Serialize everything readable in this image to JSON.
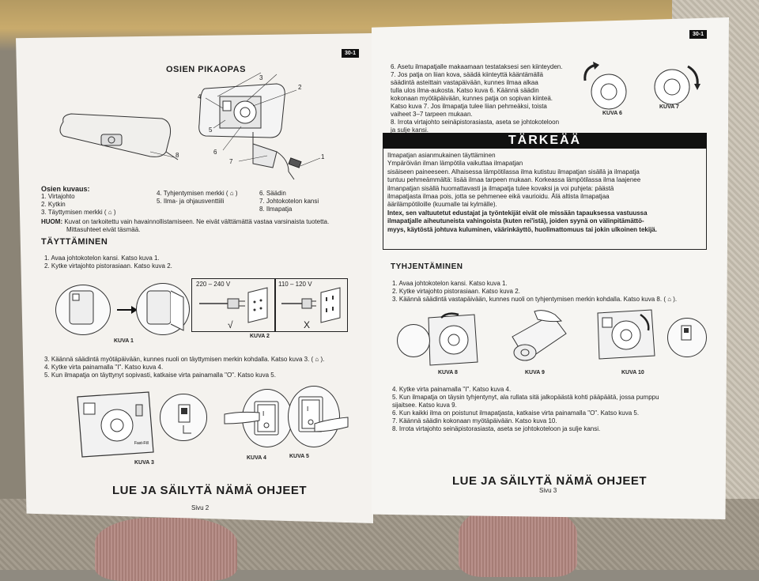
{
  "left": {
    "page_id": "30-1",
    "title": "OSIEN PIKAOPAS",
    "callouts": [
      "1",
      "2",
      "3",
      "4",
      "5",
      "6",
      "7",
      "8"
    ],
    "parts_title": "Osien kuvaus:",
    "parts": {
      "col1": [
        "1.  Virtajohto",
        "2.  Kytkin",
        "3.  Täyttymisen merkki ( ⌂ )"
      ],
      "col2": [
        "4.  Tyhjentymisen merkki ( ⌂ )",
        "5.  Ilma- ja ohjausventtiili"
      ],
      "col3": [
        "6.  Säädin",
        "7.  Johtokotelon kansi",
        "8.  Ilmapatja"
      ]
    },
    "huom_label": "HUOM:",
    "huom_text": "Kuvat on tarkoitettu vain havainnollistamiseen. Ne eivät välttämättä vastaa varsinaista tuotetta.",
    "huom_text2": "Mittasuhteet eivät täsmää.",
    "section": "TÄYTTÄMINEN",
    "steps_a": [
      "1.  Avaa johtokotelon kansi. Katso kuva 1.",
      "2.  Kytke virtajohto pistorasiaan. Katso kuva 2."
    ],
    "voltage_1": "220 – 240 V",
    "voltage_2": "110 – 120 V",
    "mark_ok": "√",
    "mark_no": "X",
    "kuva1": "KUVA 1",
    "kuva2": "KUVA 2",
    "steps_b": [
      "3.  Käännä säädintä myötäpäivään, kunnes nuoli on täyttymisen merkin kohdalla. Katso kuva 3. ( ⌂ ).",
      "4.  Kytke virta painamalla \"I\". Katso kuva 4.",
      "5.  Kun ilmapatja on täyttynyt sopivasti, katkaise virta painamalla \"O\". Katso kuva 5."
    ],
    "kuva3": "KUVA 3",
    "kuva4": "KUVA 4",
    "kuva5": "KUVA 5",
    "footer": "LUE JA SÄILYTÄ NÄMÄ OHJEET",
    "sivu": "Sivu 2"
  },
  "right": {
    "page_id": "30-1",
    "steps_top": [
      "6.  Asetu ilmapatjalle makaamaan testataksesi sen kiinteyden.",
      "7.  Jos patja on liian kova, säädä kiinteyttä kääntämällä",
      "     säädintä asteittain vastapäivään, kunnes ilmaa alkaa",
      "     tulla ulos ilma-aukosta. Katso kuva 6. Käännä säädin",
      "     kokonaan myötäpäivään, kunnes patja on sopivan kiinteä.",
      "     Katso kuva 7. Jos ilmapatja tulee liian pehmeäksi, toista",
      "     vaiheet 3–7 tarpeen mukaan.",
      "8.  Irrota virtajohto seinäpistorasiasta, aseta se johtokoteloon",
      "     ja sulje kansi."
    ],
    "kuva6": "KUVA 6",
    "kuva7": "KUVA 7",
    "warning_title": "TÄRKEÄÄ",
    "warning_lines": [
      "Ilmapatjan asianmukainen täyttäminen",
      "Ympäröivän ilman lämpötila vaikuttaa ilmapatjan",
      "sisäiseen paineeseen. Alhaisessa lämpötilassa ilma kutistuu ilmapatjan sisällä ja ilmapatja",
      "tuntuu pehmeämmältä: lisää ilmaa tarpeen mukaan. Korkeassa lämpötilassa ilma laajenee",
      "ilmanpatjan sisällä huomattavasti ja ilmapatja tulee kovaksi ja voi puhjeta: päästä",
      "ilmapatjasta ilmaa pois, jotta se pehmenee eikä vaurioidu. Älä altista ilmapatjaa",
      "äärilämpötiloille (kuumalle tai kylmälle)."
    ],
    "warning_bold": [
      "Intex, sen valtuutetut edustajat ja työntekijät eivät ole missään tapauksessa vastuussa",
      "ilmapatjalle aiheutuneista vahingoista (kuten rei'istä), joiden syynä on välinpitämättö-",
      "myys, käytöstä johtuva kuluminen, väärinkäyttö, huolimattomuus tai jokin ulkoinen tekijä."
    ],
    "section": "TYHJENTÄMINEN",
    "steps_a": [
      "1.  Avaa johtokotelon kansi. Katso kuva 1.",
      "2.  Kytke virtajohto pistorasiaan. Katso kuva 2.",
      "3.  Käännä säädintä vastapäivään, kunnes nuoli on tyhjentymisen merkin kohdalla. Katso kuva 8. ( ⌂ )."
    ],
    "kuva8": "KUVA 8",
    "kuva9": "KUVA 9",
    "kuva10": "KUVA 10",
    "steps_b": [
      "4.  Kytke virta painamalla \"I\". Katso kuva 4.",
      "5.  Kun ilmapatja on täysin tyhjentynyt, ala rullata sitä jalkopäästä kohti pääpäätä, jossa pumppu",
      "     sijaitsee. Katso kuva 9.",
      "6.  Kun kaikki ilma on poistunut ilmapatjasta, katkaise virta painamalla \"O\". Katso kuva 5.",
      "7.  Käännä säädin kokonaan myötäpäivään. Katso kuva 10.",
      "8.  Irrota virtajohto seinäpistorasiasta, aseta se johtokoteloon ja sulje kansi."
    ],
    "footer": "LUE JA SÄILYTÄ NÄMÄ OHJEET",
    "sivu": "Sivu 3"
  }
}
